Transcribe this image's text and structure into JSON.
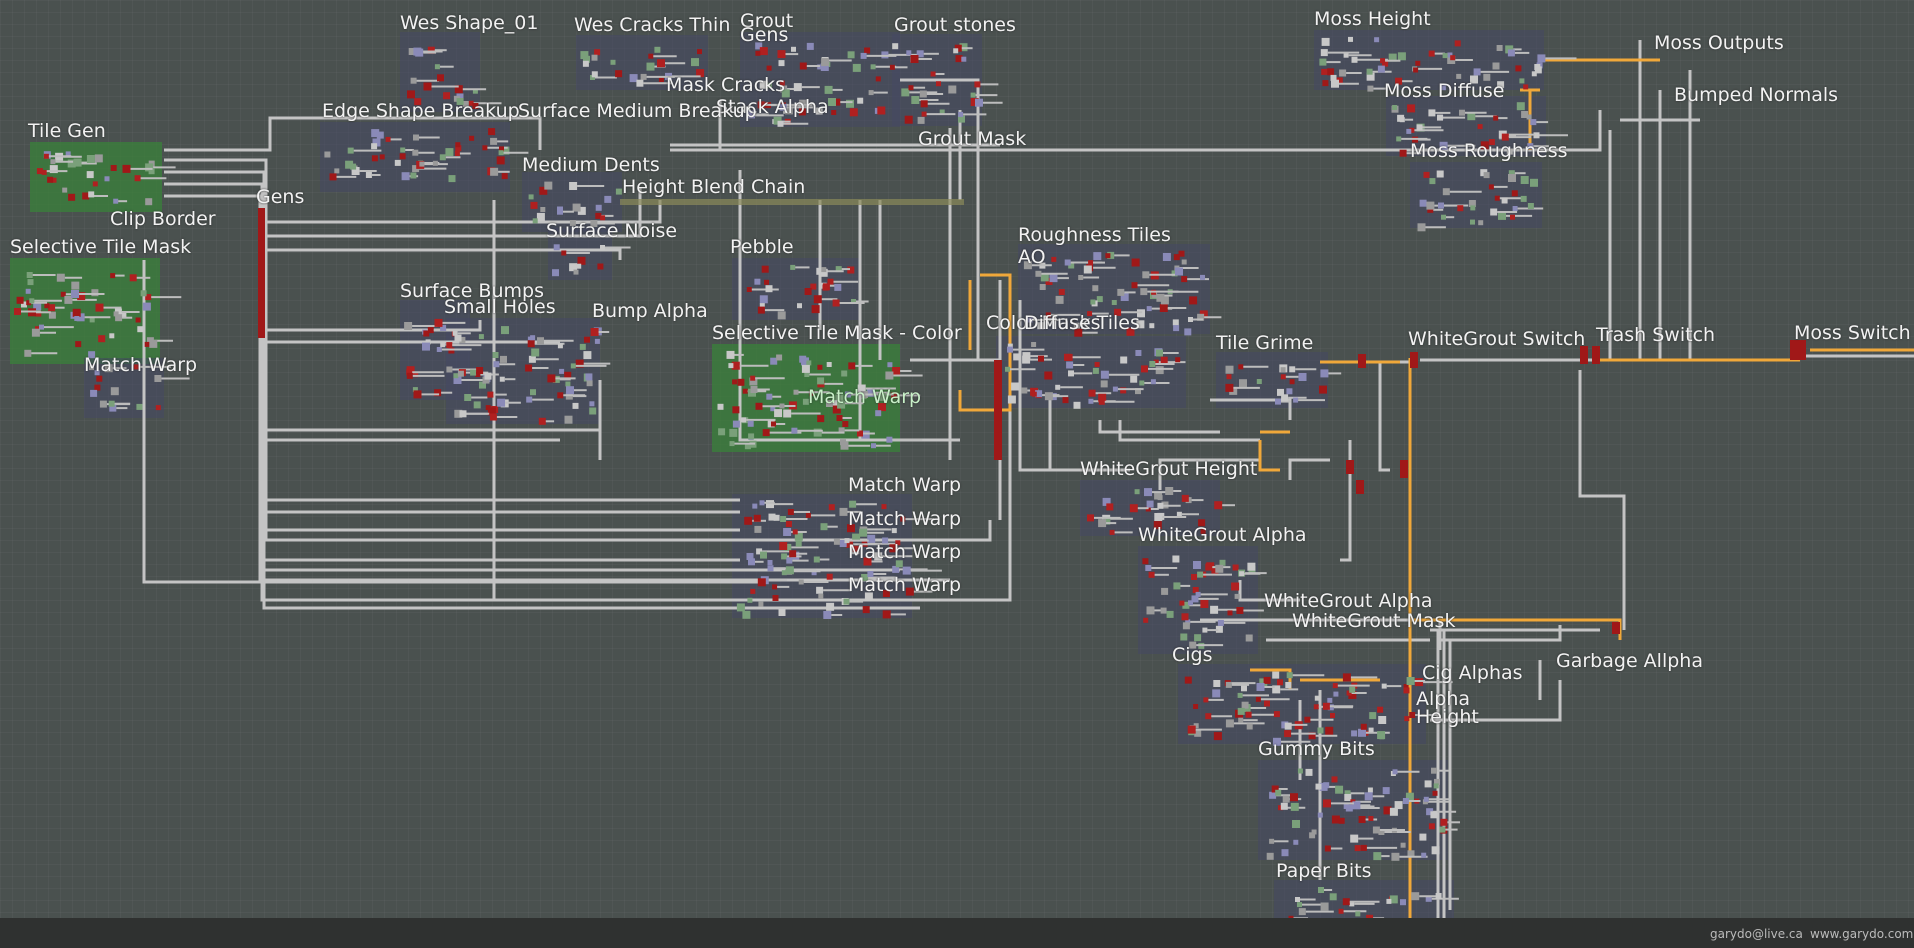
{
  "graph_title": "",
  "frames": [
    {
      "id": "tile-gen",
      "label": "Tile Gen",
      "green": true
    },
    {
      "id": "selective-tile-mask",
      "label": "Selective Tile Mask",
      "green": true
    },
    {
      "id": "match-warp-a",
      "label": "Match Warp"
    },
    {
      "id": "clip-border",
      "label": "Clip Border"
    },
    {
      "id": "gens-a",
      "label": "Gens"
    },
    {
      "id": "wes-shape",
      "label": "Wes Shape_01"
    },
    {
      "id": "wes-cracks",
      "label": "Wes Cracks Thin"
    },
    {
      "id": "grout",
      "label": "Grout"
    },
    {
      "id": "gens-b",
      "label": "Gens"
    },
    {
      "id": "grout-stones",
      "label": "Grout stones"
    },
    {
      "id": "mask-cracks",
      "label": "Mask Cracks"
    },
    {
      "id": "stack-alpha",
      "label": "Stack Alpha"
    },
    {
      "id": "edge-shape",
      "label": "Edge Shape Breakup"
    },
    {
      "id": "surface-medium",
      "label": "Surface Medium Breakup"
    },
    {
      "id": "medium-dents",
      "label": "Medium Dents"
    },
    {
      "id": "grout-mask",
      "label": "Grout Mask"
    },
    {
      "id": "height-blend",
      "label": "Height Blend Chain"
    },
    {
      "id": "surface-noise",
      "label": "Surface Noise"
    },
    {
      "id": "pebble",
      "label": "Pebble"
    },
    {
      "id": "surface-bumps",
      "label": "Surface Bumps"
    },
    {
      "id": "small-holes",
      "label": "Small Holes"
    },
    {
      "id": "bump-alpha",
      "label": "Bump Alpha"
    },
    {
      "id": "sel-tile-color",
      "label": "Selective Tile Mask - Color",
      "green": true
    },
    {
      "id": "match-warp-b",
      "label": "Match Warp"
    },
    {
      "id": "roughness-tiles",
      "label": "Roughness Tiles"
    },
    {
      "id": "ao",
      "label": "AO"
    },
    {
      "id": "color-masks",
      "label": "Color Masks"
    },
    {
      "id": "diffuse-tiles",
      "label": "Diffuse Tiles"
    },
    {
      "id": "tile-grime",
      "label": "Tile Grime"
    },
    {
      "id": "whitegrout-switch",
      "label": "WhiteGrout Switch"
    },
    {
      "id": "trash-switch",
      "label": "Trash Switch"
    },
    {
      "id": "moss-switch",
      "label": "Moss Switch"
    },
    {
      "id": "moss-height",
      "label": "Moss Height"
    },
    {
      "id": "moss-outputs",
      "label": "Moss Outputs"
    },
    {
      "id": "moss-diffuse",
      "label": "Moss Diffuse"
    },
    {
      "id": "bumped-normals",
      "label": "Bumped Normals"
    },
    {
      "id": "moss-roughness",
      "label": "Moss Roughness"
    },
    {
      "id": "whitegrout-height",
      "label": "WhiteGrout Height"
    },
    {
      "id": "whitegrout-alpha",
      "label": "WhiteGrout Alpha"
    },
    {
      "id": "whitegrout-alpha-2",
      "label": "WhiteGrout Alpha"
    },
    {
      "id": "whitegrout-mask",
      "label": "WhiteGrout Mask"
    },
    {
      "id": "match-warp-c",
      "label": "Match Warp"
    },
    {
      "id": "match-warp-d",
      "label": "Match Warp"
    },
    {
      "id": "match-warp-e",
      "label": "Match Warp"
    },
    {
      "id": "match-warp-f",
      "label": "Match Warp"
    },
    {
      "id": "cigs",
      "label": "Cigs"
    },
    {
      "id": "cig-alphas",
      "label": "Cig Alphas"
    },
    {
      "id": "alpha",
      "label": "Alpha"
    },
    {
      "id": "height",
      "label": "Height"
    },
    {
      "id": "garbage-alpha",
      "label": "Garbage Allpha"
    },
    {
      "id": "gummy-bits",
      "label": "Gummy Bits"
    },
    {
      "id": "paper-bits",
      "label": "Paper Bits"
    }
  ],
  "footer": {
    "email": "garydo@live.ca",
    "site": "www.garydo.com"
  },
  "colors": {
    "wire": "#c8c8c8",
    "wire_highlight": "#f0a030",
    "node_red": "#a01818",
    "node_green": "#7aa07a",
    "frame": "#464864",
    "frame_green": "#3a823a"
  }
}
